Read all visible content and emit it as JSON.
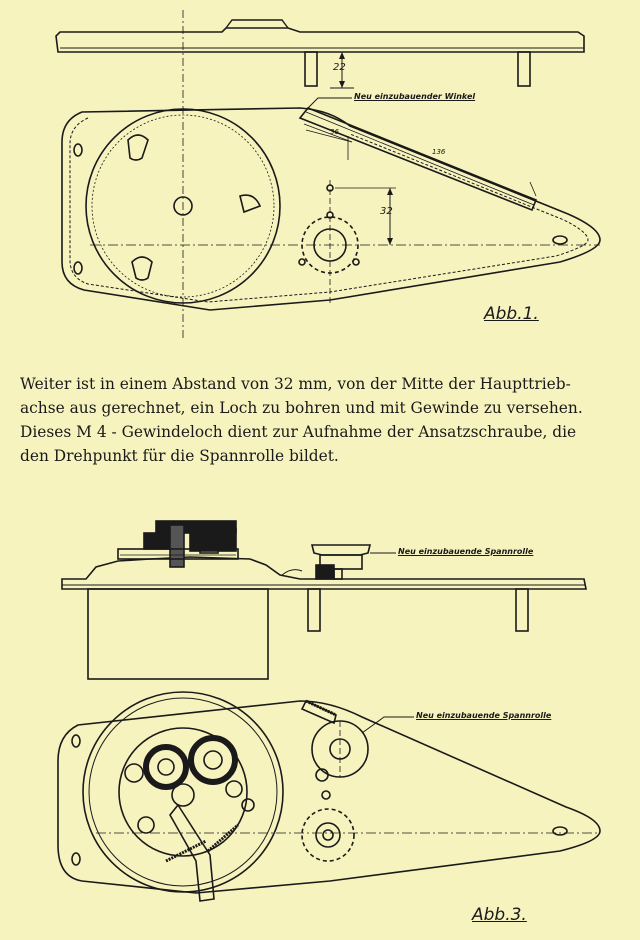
{
  "figures": {
    "fig1": {
      "label": "Abb.1.",
      "callout": "Neu einzubauender Winkel",
      "dims": {
        "height": "22",
        "short": "36",
        "long": "136",
        "offset": "32"
      }
    },
    "fig3": {
      "label": "Abb.3.",
      "callout_top": "Neu einzubauende Spannrolle",
      "callout_plan": "Neu einzubauende Spannrolle"
    }
  },
  "text": {
    "lines": [
      "Weiter ist in einem Abstand von 32 mm, von der Mitte der Haupttrieb-",
      "achse aus gerechnet, ein Loch zu bohren und mit Gewinde zu versehen.",
      "Dieses M 4 - Gewindeloch dient zur Aufnahme der Ansatzschraube, die",
      "den Drehpunkt für die Spannrolle bildet."
    ]
  }
}
